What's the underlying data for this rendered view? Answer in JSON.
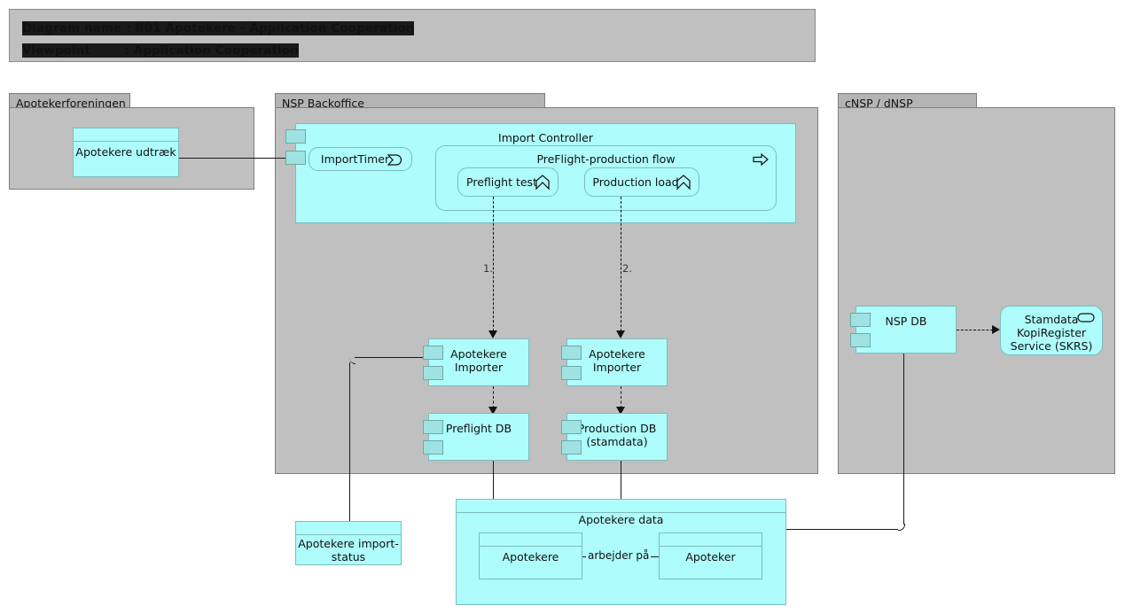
{
  "title": {
    "line1": "Diagram name : B01 Apotekere - Application Cooperation",
    "line2": "Viewpoint        : Application Cooperation"
  },
  "groups": [
    {
      "name": "apotekerforeningen",
      "label": "Apotekerforeningen"
    },
    {
      "name": "nsp-backoffice",
      "label": "NSP Backoffice"
    },
    {
      "name": "cnsp-dnsp",
      "label": "cNSP / dNSP"
    }
  ],
  "elements": {
    "apotekere_udtraek": "Apotekere udtræk",
    "import_controller": "Import Controller",
    "import_timer": "ImportTimer",
    "preflight_flow": "PreFlight-production flow",
    "preflight_test": "Preflight test",
    "production_load": "Production load",
    "importer_left": "Apotekere\nImporter",
    "importer_right": "Apotekere\nImporter",
    "preflight_db": "Preflight DB",
    "production_db": "Production DB\n(stamdata)",
    "import_status": "Apotekere import-\nstatus",
    "apotekere_data": "Apotekere data",
    "apotekere": "Apotekere",
    "apoteker": "Apoteker",
    "nsp_db": "NSP DB",
    "skrs": "Stamdata\nKopiRegister\nService (SKRS)"
  },
  "relations": {
    "seq_1": "1.",
    "seq_2": "2.",
    "arbejder_paa": "arbejder på"
  },
  "icons": {
    "import_timer": "application-event-icon",
    "preflight_flow": "application-process-icon",
    "preflight_test": "application-function-icon",
    "production_load": "application-function-icon",
    "skrs": "application-service-icon"
  },
  "colors": {
    "element_fill": "#aefcfc",
    "element_stroke": "#7fbcbc",
    "group_fill": "#c0c0c0",
    "group_tab_fill": "#b4b4b4",
    "group_stroke": "#7d7d7d",
    "port_fill": "#9fe2e2",
    "line": "#1a1a1a",
    "canvas": "#ffffff"
  }
}
